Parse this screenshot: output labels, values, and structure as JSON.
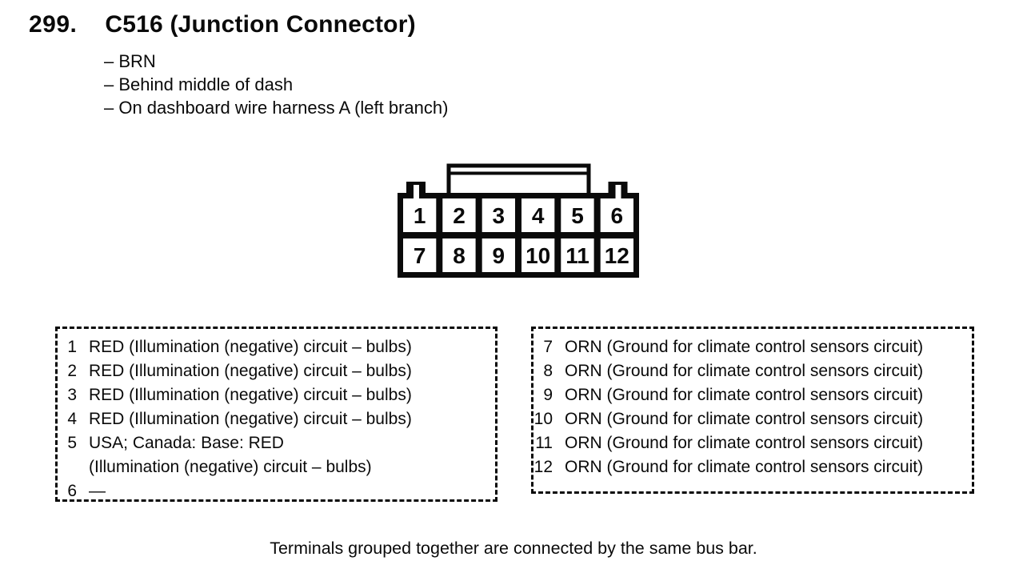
{
  "header": {
    "number": "299.",
    "title": "C516 (Junction Connector)",
    "details": [
      "– BRN",
      "– Behind middle of dash",
      "– On dashboard wire harness A (left branch)"
    ]
  },
  "connector": {
    "top_row": [
      "1",
      "2",
      "3",
      "4",
      "5",
      "6"
    ],
    "bottom_row": [
      "7",
      "8",
      "9",
      "10",
      "11",
      "12"
    ]
  },
  "pins": {
    "left": [
      {
        "num": "1",
        "desc": "RED (Illumination (negative) circuit – bulbs)"
      },
      {
        "num": "2",
        "desc": "RED (Illumination (negative) circuit – bulbs)"
      },
      {
        "num": "3",
        "desc": "RED (Illumination (negative) circuit – bulbs)"
      },
      {
        "num": "4",
        "desc": "RED (Illumination (negative) circuit – bulbs)"
      },
      {
        "num": "5",
        "desc": "USA; Canada: Base: RED",
        "desc_cont": "(Illumination (negative) circuit – bulbs)"
      },
      {
        "num": "6",
        "desc": "—"
      }
    ],
    "right": [
      {
        "num": "7",
        "desc": "ORN (Ground for climate control sensors circuit)"
      },
      {
        "num": "8",
        "desc": "ORN (Ground for climate control sensors circuit)"
      },
      {
        "num": "9",
        "desc": "ORN (Ground for climate control sensors circuit)"
      },
      {
        "num": "10",
        "desc": "ORN (Ground for climate control sensors circuit)"
      },
      {
        "num": "11",
        "desc": "ORN (Ground for climate control sensors circuit)"
      },
      {
        "num": "12",
        "desc": "ORN (Ground for climate control sensors circuit)"
      }
    ]
  },
  "footnote": "Terminals grouped together are connected by the same bus bar."
}
